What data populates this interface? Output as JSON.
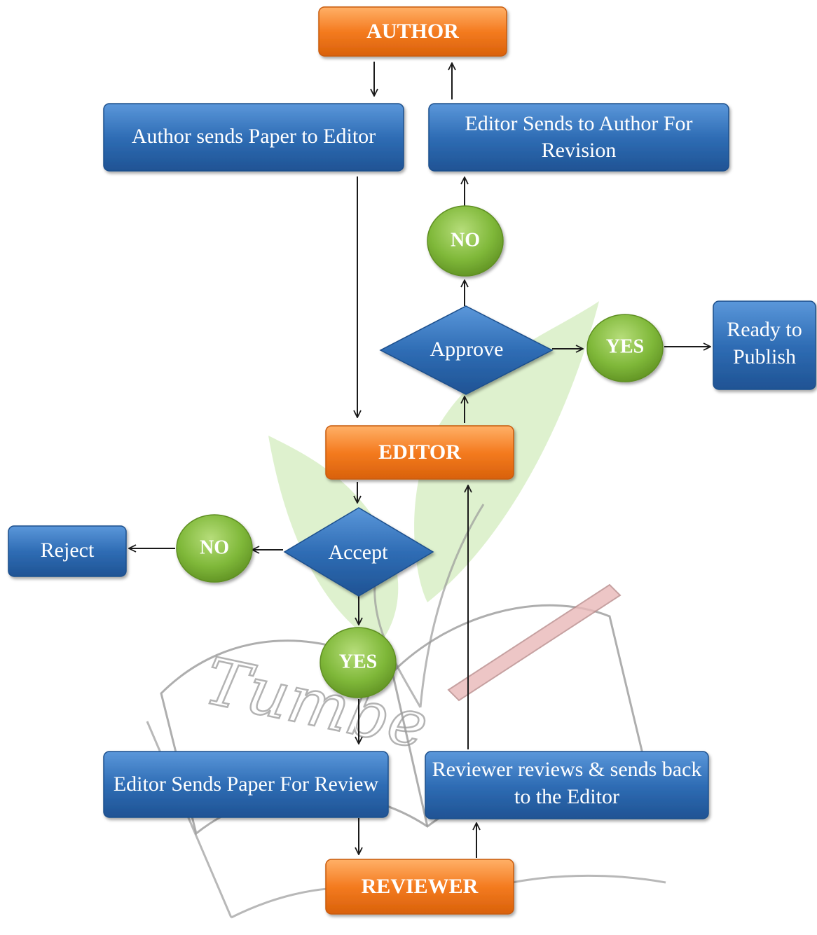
{
  "colors": {
    "role_fill": "#f47b20",
    "process_fill": "#2f6db5",
    "decision_fill": "#2f6db5",
    "yes_no_fill": "#7fb839",
    "leaf_green": "#d8efc5",
    "arrow": "#1a1a1a",
    "watermark": "#9a9a9a"
  },
  "roles": {
    "author": "AUTHOR",
    "editor": "EDITOR",
    "reviewer": "REVIEWER"
  },
  "process": {
    "author_sends": "Author sends Paper to Editor",
    "editor_to_author_line1": "Editor Sends to Author For",
    "editor_to_author_line2": "Revision",
    "ready_line1": "Ready to",
    "ready_line2": "Publish",
    "reject": "Reject",
    "editor_sends_review": "Editor Sends Paper For Review",
    "reviewer_reviews_line1": "Reviewer reviews & sends back",
    "reviewer_reviews_line2": "to the Editor"
  },
  "decisions": {
    "approve": "Approve",
    "accept": "Accept"
  },
  "outcomes": {
    "approve_no": "NO",
    "approve_yes": "YES",
    "accept_no": "NO",
    "accept_yes": "YES"
  },
  "watermark": {
    "text": "Tumbe"
  }
}
